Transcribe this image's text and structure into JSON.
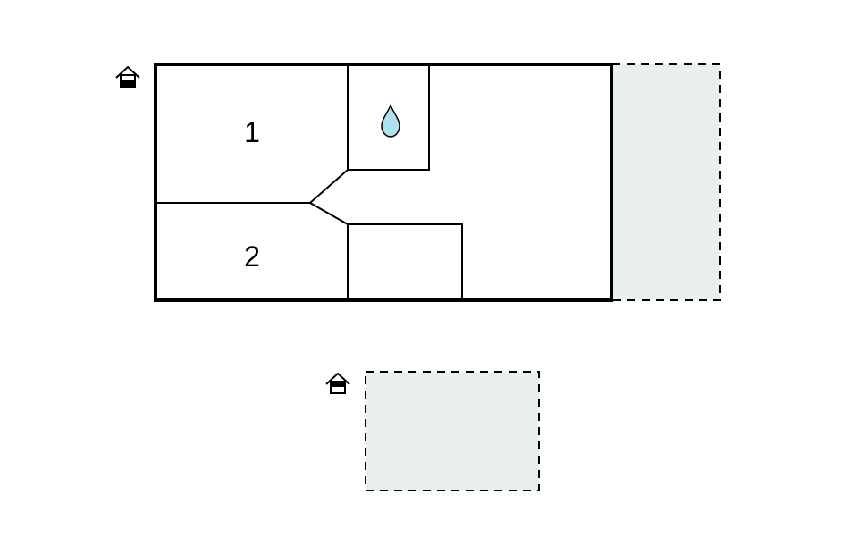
{
  "floorplan": {
    "rooms": [
      {
        "label": "1",
        "type": "bedroom"
      },
      {
        "label": "2",
        "type": "bedroom"
      }
    ],
    "bathroom_icon": "water-drop-icon",
    "entrance_icon": "house-entrance-icon",
    "outdoor_areas": [
      "terrace",
      "patio"
    ],
    "colors": {
      "wall": "#000000",
      "outdoor_fill": "#e9efee",
      "water_drop": "#aee2ee"
    }
  }
}
